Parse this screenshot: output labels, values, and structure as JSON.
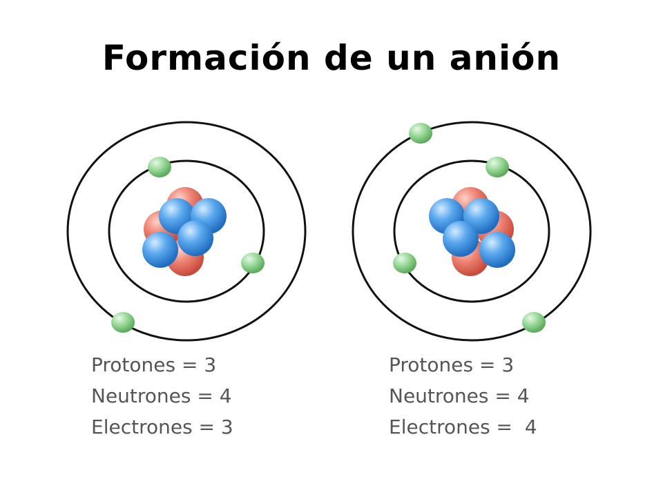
{
  "title": "Formación de un anión",
  "atoms": [
    {
      "protones": "Protones = 3",
      "neutrones": "Neutrones = 4",
      "electrones": "Electrones = 3",
      "electron_count": 3
    },
    {
      "protones": "Protones = 3",
      "neutrones": "Neutrones = 4",
      "electrones": "Electrones =  4",
      "electron_count": 4
    }
  ],
  "colors": {
    "proton": "#e8766a",
    "neutron": "#4d9be6",
    "electron": "#8fd08f",
    "orbit": "#111111"
  }
}
